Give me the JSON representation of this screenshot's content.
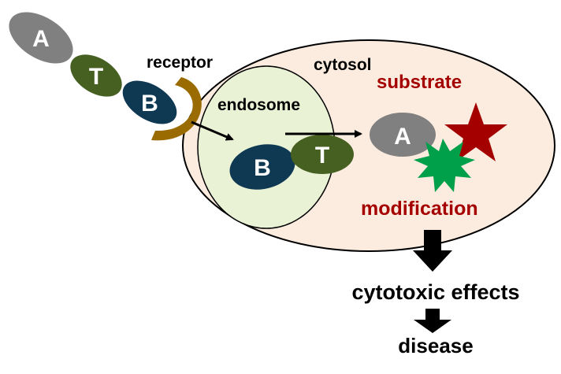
{
  "labels": {
    "receptor": "receptor",
    "cytosol": "cytosol",
    "endosome": "endosome",
    "substrate": "substrate",
    "modification": "modification",
    "cytotoxic_effects": "cytotoxic effects",
    "disease": "disease"
  },
  "subunits": {
    "a": "A",
    "t": "T",
    "b": "B"
  },
  "colors": {
    "subunit_a": "#808080",
    "subunit_t": "#466021",
    "subunit_b": "#0f3853",
    "receptor": "#9a6b00",
    "cytosol_fill": "#fcecdf",
    "endosome_fill": "#eaf2d6",
    "substrate_star": "#a50000",
    "modification_burst": "#00a04a",
    "label_dark_red": "#a50000",
    "arrow": "#000000"
  }
}
